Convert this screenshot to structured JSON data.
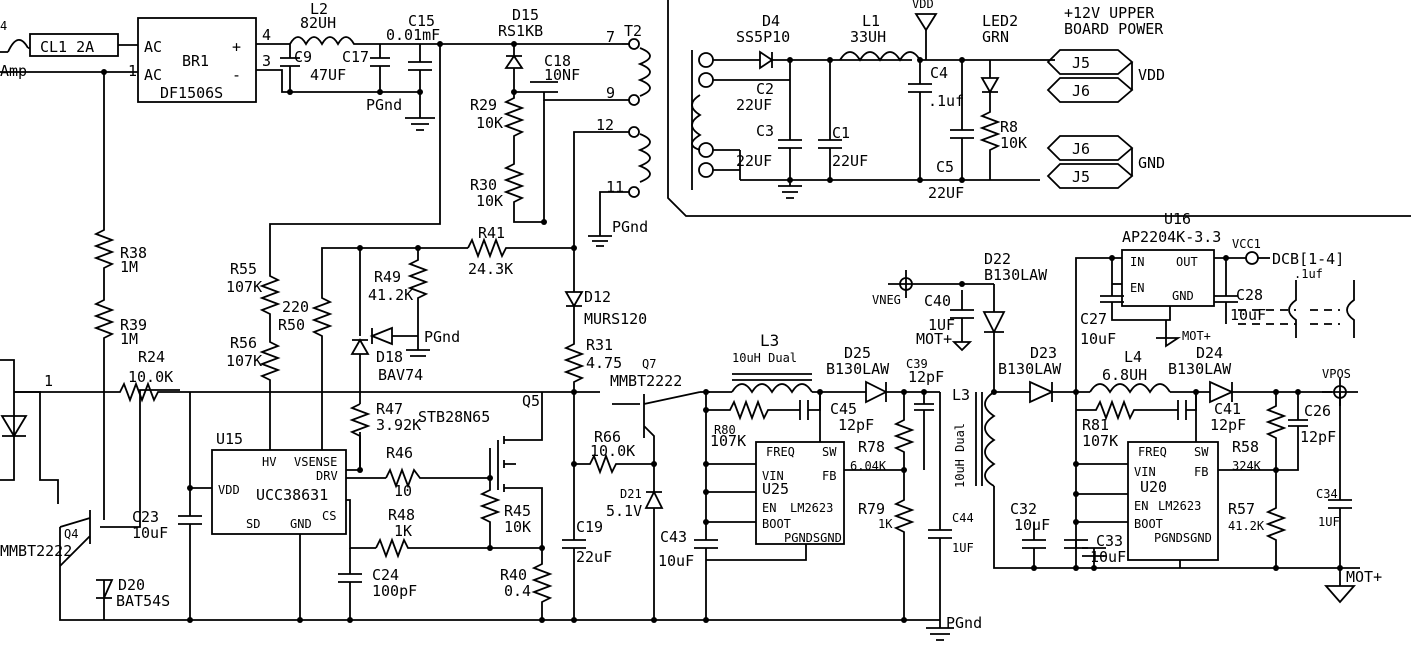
{
  "labels": {
    "fuse_pin": "4",
    "fuse_amp": "Amp",
    "fuse": "CL1  2A",
    "br1_ac1": "AC",
    "br1_ac2": "AC",
    "br1_name": "BR1",
    "br1_plus": "+",
    "br1_minus": "-",
    "br1_part": "DF1506S",
    "br1_pin4": "4",
    "br1_pin1": "1",
    "l2_name": "L2",
    "l2_val": "82UH",
    "c9": "C9",
    "c17": "C17",
    "c9c17_val": "47UF",
    "pin3": "3",
    "c15": "C15",
    "c15_val": "0.01mF",
    "pgnd": "PGnd",
    "d15": "D15",
    "d15_part": "RS1KB",
    "c18": "C18",
    "c18_val": "10NF",
    "t2": "T2",
    "t2_p7": "7",
    "t2_p9": "9",
    "t2_p12": "12",
    "t2_p11": "11",
    "r29": "R29",
    "r29_val": "10K",
    "r30": "R30",
    "r30_val": "10K",
    "d4": "D4",
    "d4_part": "SS5P10",
    "l1": "L1",
    "l1_val": "33UH",
    "vdd": "VDD",
    "led2": "LED2",
    "led2_col": "GRN",
    "upper_title1": "+12V UPPER",
    "upper_title2": "BOARD POWER",
    "c2": "C2",
    "c2_val": "22UF",
    "c3": "C3",
    "c3_val": "22UF",
    "c1": "C1",
    "c1_val": "22UF",
    "c4": "C4",
    "c4_val": ".1uf",
    "c5": "C5",
    "c5_val": "22UF",
    "r8": "R8",
    "r8_val": "10K",
    "j5": "J5",
    "j6": "J6",
    "j6b": "J6",
    "j5b": "J5",
    "gnd": "GND",
    "u16": "U16",
    "u16_part": "AP2204K-3.3",
    "vcc1": "VCC1",
    "dcb": "DCB[1-4]",
    "dcb_cap": ".1uf",
    "in": "IN",
    "out": "OUT",
    "en": "EN",
    "gndp": "GND",
    "c28": "C28",
    "c28_val": "10uF",
    "c27": "C27",
    "c27_val": "10uF",
    "motp": "MOT+",
    "vneg": "VNEG",
    "c40": "C40",
    "c40_val": "1UF",
    "d22": "D22",
    "d22_part": "B130LAW",
    "r38": "R38",
    "r38_val": "1M",
    "r39": "R39",
    "r39_val": "1M",
    "r55": "R55",
    "r55_val": "107K",
    "r56": "R56",
    "r56_val": "107K",
    "r50_val": "220",
    "r50": "R50",
    "r41": "R41",
    "r41_val": "24.3K",
    "r49": "R49",
    "r49_val": "41.2K",
    "d18": "D18",
    "d18_part": "BAV74",
    "d12": "D12",
    "d12_part": "MURS120",
    "r31": "R31",
    "r31_val": "4.75",
    "q7": "Q7",
    "q7_part": "MMBT2222",
    "l3": "L3",
    "l3_val": "10uH Dual",
    "d25": "D25",
    "d25_part": "B130LAW",
    "c39": "C39",
    "c39_val": "12pF",
    "l3b": "L3",
    "l3b_val": "10uH Dual",
    "d23": "D23",
    "d23_part": "B130LAW",
    "l4": "L4",
    "l4_val": "6.8UH",
    "d24": "D24",
    "d24_part": "B130LAW",
    "vpos": "VPOS",
    "r24": "R24",
    "r24_val": "10.0K",
    "u15": "U15",
    "hv": "HV",
    "vsense": "VSENSE",
    "drv": "DRV",
    "vdd_pin": "VDD",
    "u15_part": "UCC38631",
    "sd": "SD",
    "gnd_pin": "GND",
    "cs": "CS",
    "r47": "R47",
    "r47_val": "3.92K",
    "r46": "R46",
    "r46_val": "10",
    "q5": "Q5",
    "q5_part": "STB28N65",
    "r45": "R45",
    "r45_val": "10K",
    "r48": "R48",
    "r48_val": "1K",
    "c24": "C24",
    "c24_val": "100pF",
    "r40": "R40",
    "r40_val": "0.4",
    "c19": "C19",
    "c19_val": "22uF",
    "r66": "R66",
    "r66_val": "10.0K",
    "d21": "D21",
    "d21_val": "5.1V",
    "c43": "C43",
    "c43_val": "10uF",
    "r80": "R80",
    "r80_val": "107K",
    "c45": "C45",
    "c45_val": "12pF",
    "u25": "U25",
    "lm2623": "LM2623",
    "freq": "FREQ",
    "sw": "SW",
    "vin": "VIN",
    "fb": "FB",
    "en2": "EN",
    "boot": "BOOT",
    "pgndsgnd": "PGNDSGND",
    "r78": "R78",
    "r78_val": "6.04K",
    "r79": "R79",
    "r79_val": "1K",
    "c44": "C44",
    "c44_val": "1UF",
    "r81": "R81",
    "r81_val": "107K",
    "c41": "C41",
    "c41_val": "12pF",
    "u20": "U20",
    "c26": "C26",
    "c26_val": "12pF",
    "r58": "R58",
    "r58_val": "324K",
    "r57": "R57",
    "r57_val": "41.2K",
    "c34": "C34",
    "c34_val": "1UF",
    "c32": "C32",
    "c32_val": "10uF",
    "c33": "C33",
    "c33_val": "10uF",
    "c23": "C23",
    "c23_val": "10uF",
    "q4": "Q4",
    "q4_part": "MMBT2222",
    "d20": "D20",
    "d20_part": "BAT54S",
    "pgnd_bot": "PGnd",
    "net1": "1",
    "mot_bottom": "MOT+"
  }
}
